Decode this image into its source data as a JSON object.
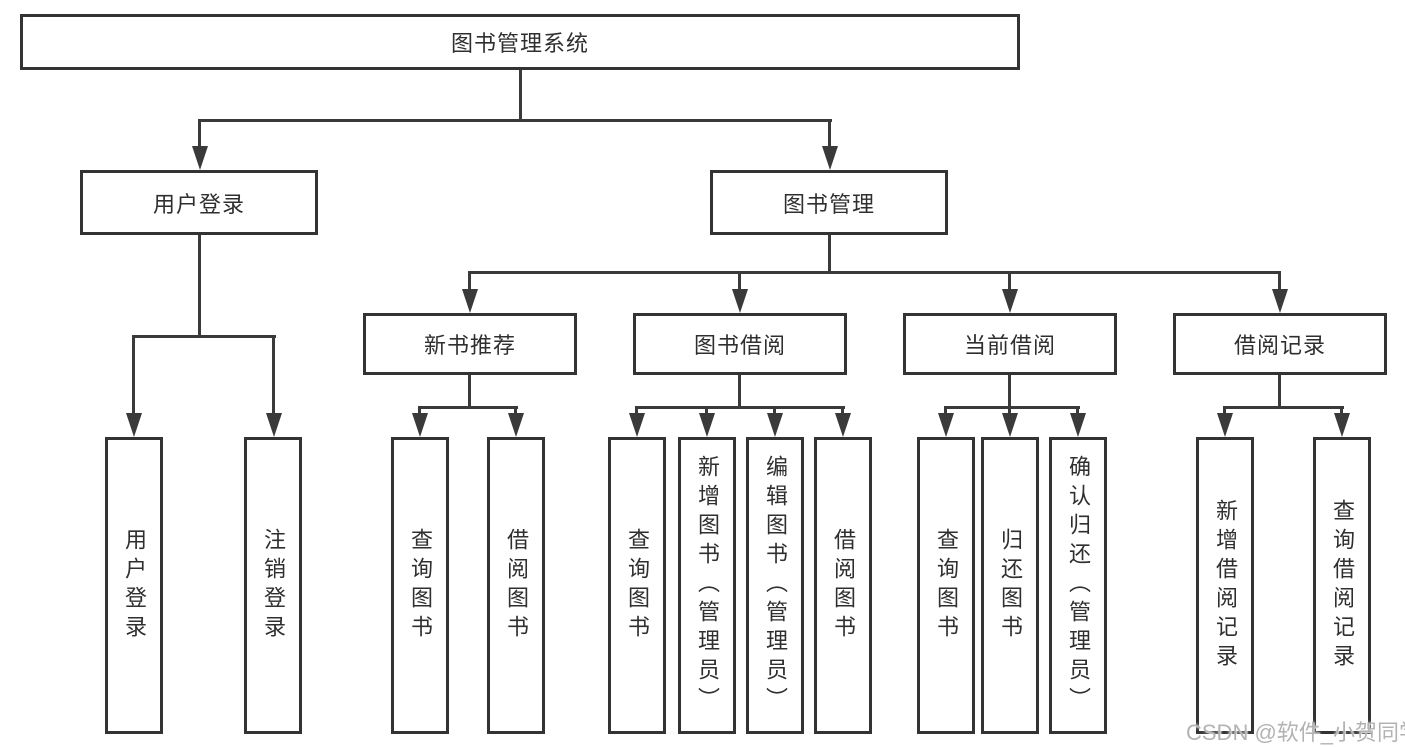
{
  "tree": {
    "root": {
      "label": "图书管理系统",
      "children": [
        {
          "label": "用户登录",
          "children": [
            {
              "label": "用户登录"
            },
            {
              "label": "注销登录"
            }
          ]
        },
        {
          "label": "图书管理",
          "children": [
            {
              "label": "新书推荐",
              "children": [
                {
                  "label": "查询图书"
                },
                {
                  "label": "借阅图书"
                }
              ]
            },
            {
              "label": "图书借阅",
              "children": [
                {
                  "label": "查询图书"
                },
                {
                  "label": "新增图书（管理员）"
                },
                {
                  "label": "编辑图书（管理员）"
                },
                {
                  "label": "借阅图书"
                }
              ]
            },
            {
              "label": "当前借阅",
              "children": [
                {
                  "label": "查询图书"
                },
                {
                  "label": "归还图书"
                },
                {
                  "label": "确认归还（管理员）"
                }
              ]
            },
            {
              "label": "借阅记录",
              "children": [
                {
                  "label": "新增借阅记录"
                },
                {
                  "label": "查询借阅记录"
                }
              ]
            }
          ]
        }
      ]
    }
  },
  "watermark": {
    "text": "CSDN @软件_小贺同学"
  },
  "colors": {
    "line": "#3a3a3a",
    "box_border": "#333333",
    "text": "#2f2f2f",
    "watermark": "#b3b3b3",
    "background": "#ffffff"
  }
}
